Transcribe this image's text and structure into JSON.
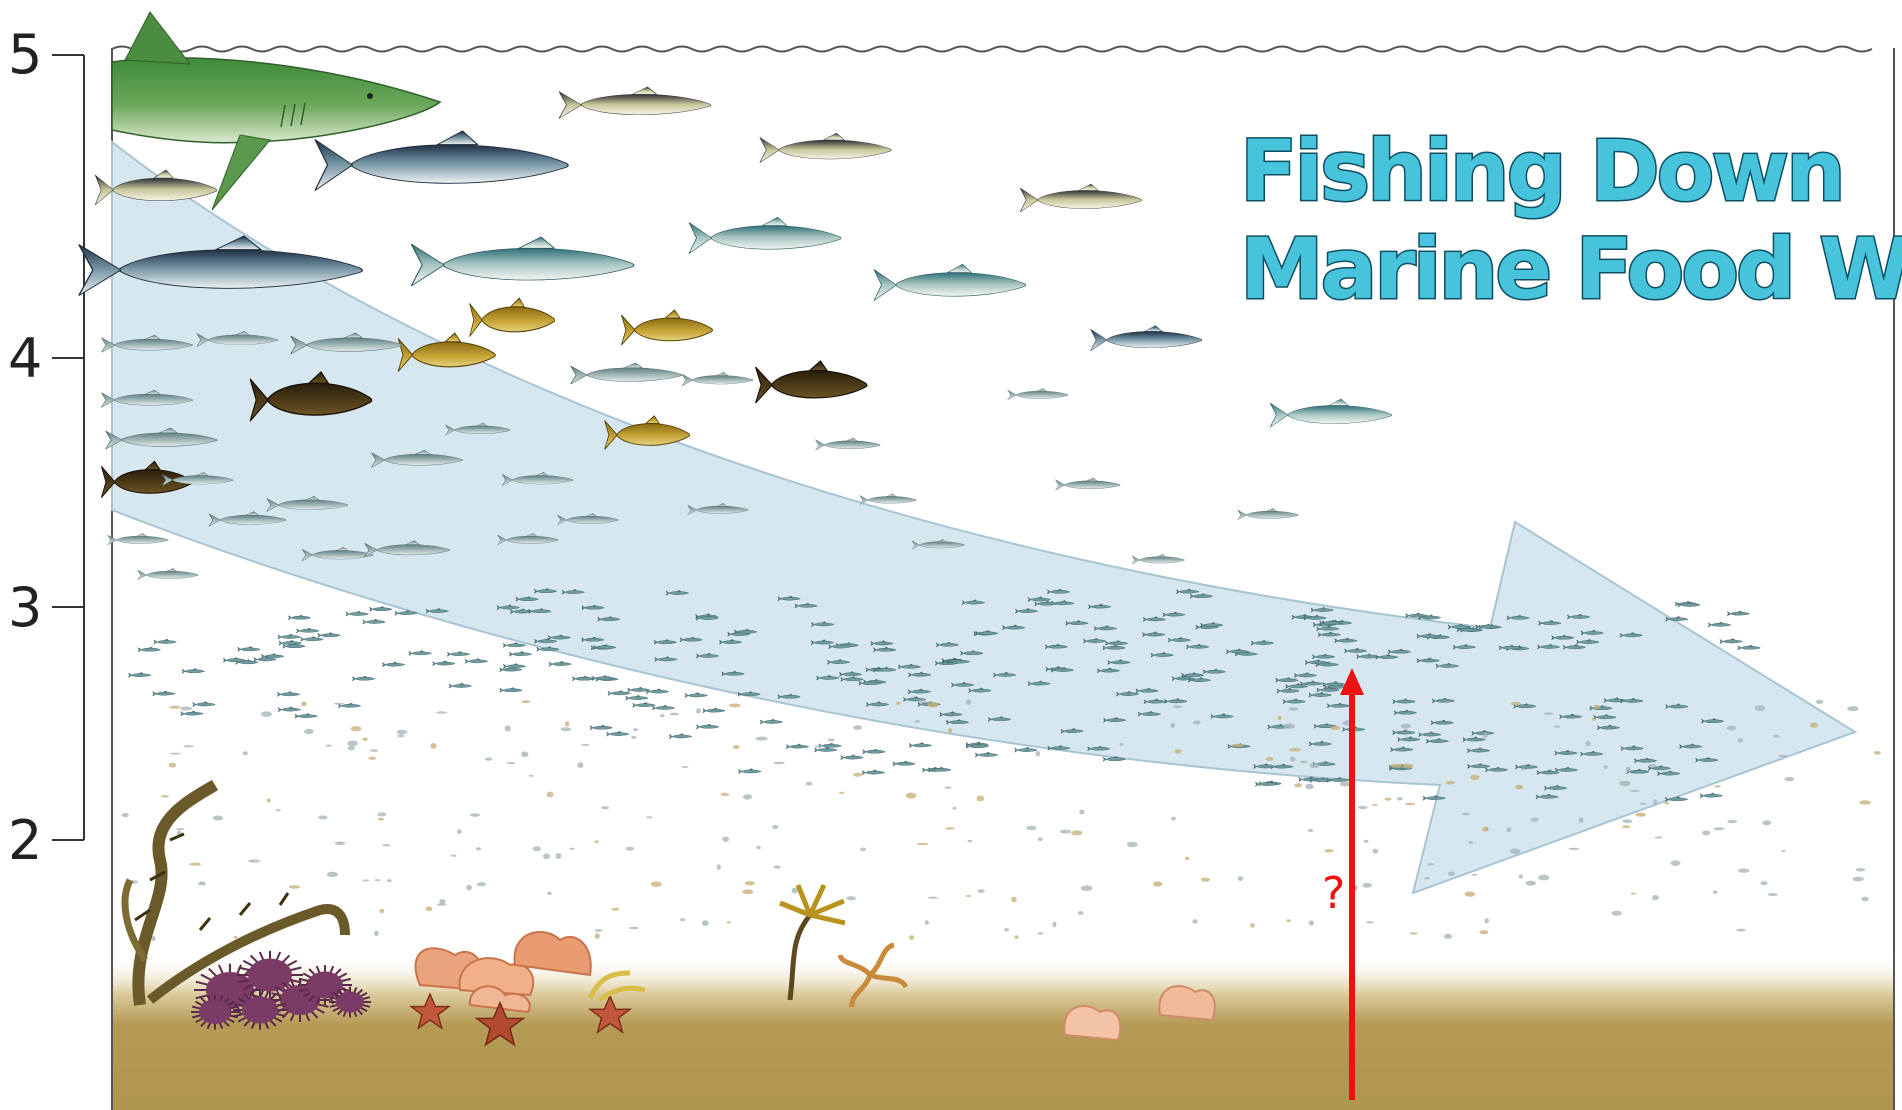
{
  "title": {
    "line1": "Fishing Down",
    "line2": "Marine Food Webs"
  },
  "trophic_axis": {
    "ticks": [
      {
        "label": "5"
      },
      {
        "label": "4"
      },
      {
        "label": "3"
      },
      {
        "label": "2"
      }
    ]
  },
  "annotation": {
    "label": "?",
    "color": "#ee1111"
  },
  "colors": {
    "water": "#ffffff",
    "seafloor": "#b59a55",
    "arrow_fill": "#cfe3ec",
    "arrow_stroke": "#a9c4d2",
    "title_fill": "#47c3dc",
    "title_stroke": "#0d4f62"
  },
  "icons": [
    "shark-icon",
    "tuna-icon",
    "grouper-icon",
    "small-fish-icon",
    "fish-school-icon",
    "plankton-icon",
    "kelp-icon",
    "sea-urchin-icon",
    "sponge-icon",
    "starfish-icon",
    "coral-icon"
  ]
}
